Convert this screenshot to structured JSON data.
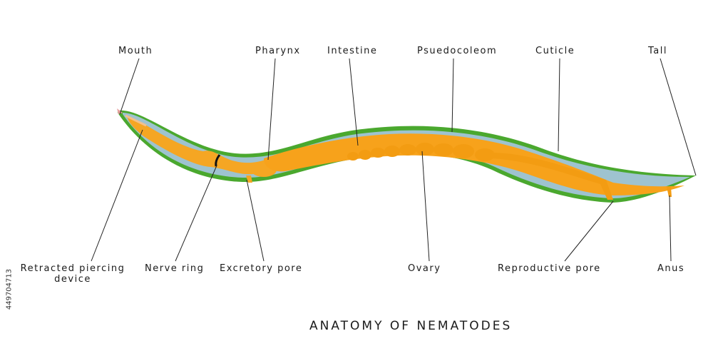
{
  "title": "ANATOMY OF NEMATODES",
  "labels": {
    "mouth": "Mouth",
    "pharynx": "Pharynx",
    "intestine": "Intestine",
    "pseudocoelom": "Psuedocoleom",
    "cuticle": "Cuticle",
    "tail": "Tall",
    "retracted_piercing_device_line1": "Retracted piercing",
    "retracted_piercing_device_line2": "device",
    "nerve_ring": "Nerve ring",
    "excretory_pore": "Excretory pore",
    "ovary": "Ovary",
    "reproductive_pore": "Reproductive pore",
    "anus": "Anus"
  },
  "stock_id": "449704713",
  "colors": {
    "cuticle": "#4aa82e",
    "pseudocoelom": "#8fb8c4",
    "inner_cavity": "#9ec3cf",
    "pharynx": "#f5a623",
    "intestine": "#f7a21b",
    "ovary": "#f39c12",
    "ovary_highlight": "#ffc04d",
    "nerve_ring": "#111111",
    "leader_line": "#222222"
  }
}
